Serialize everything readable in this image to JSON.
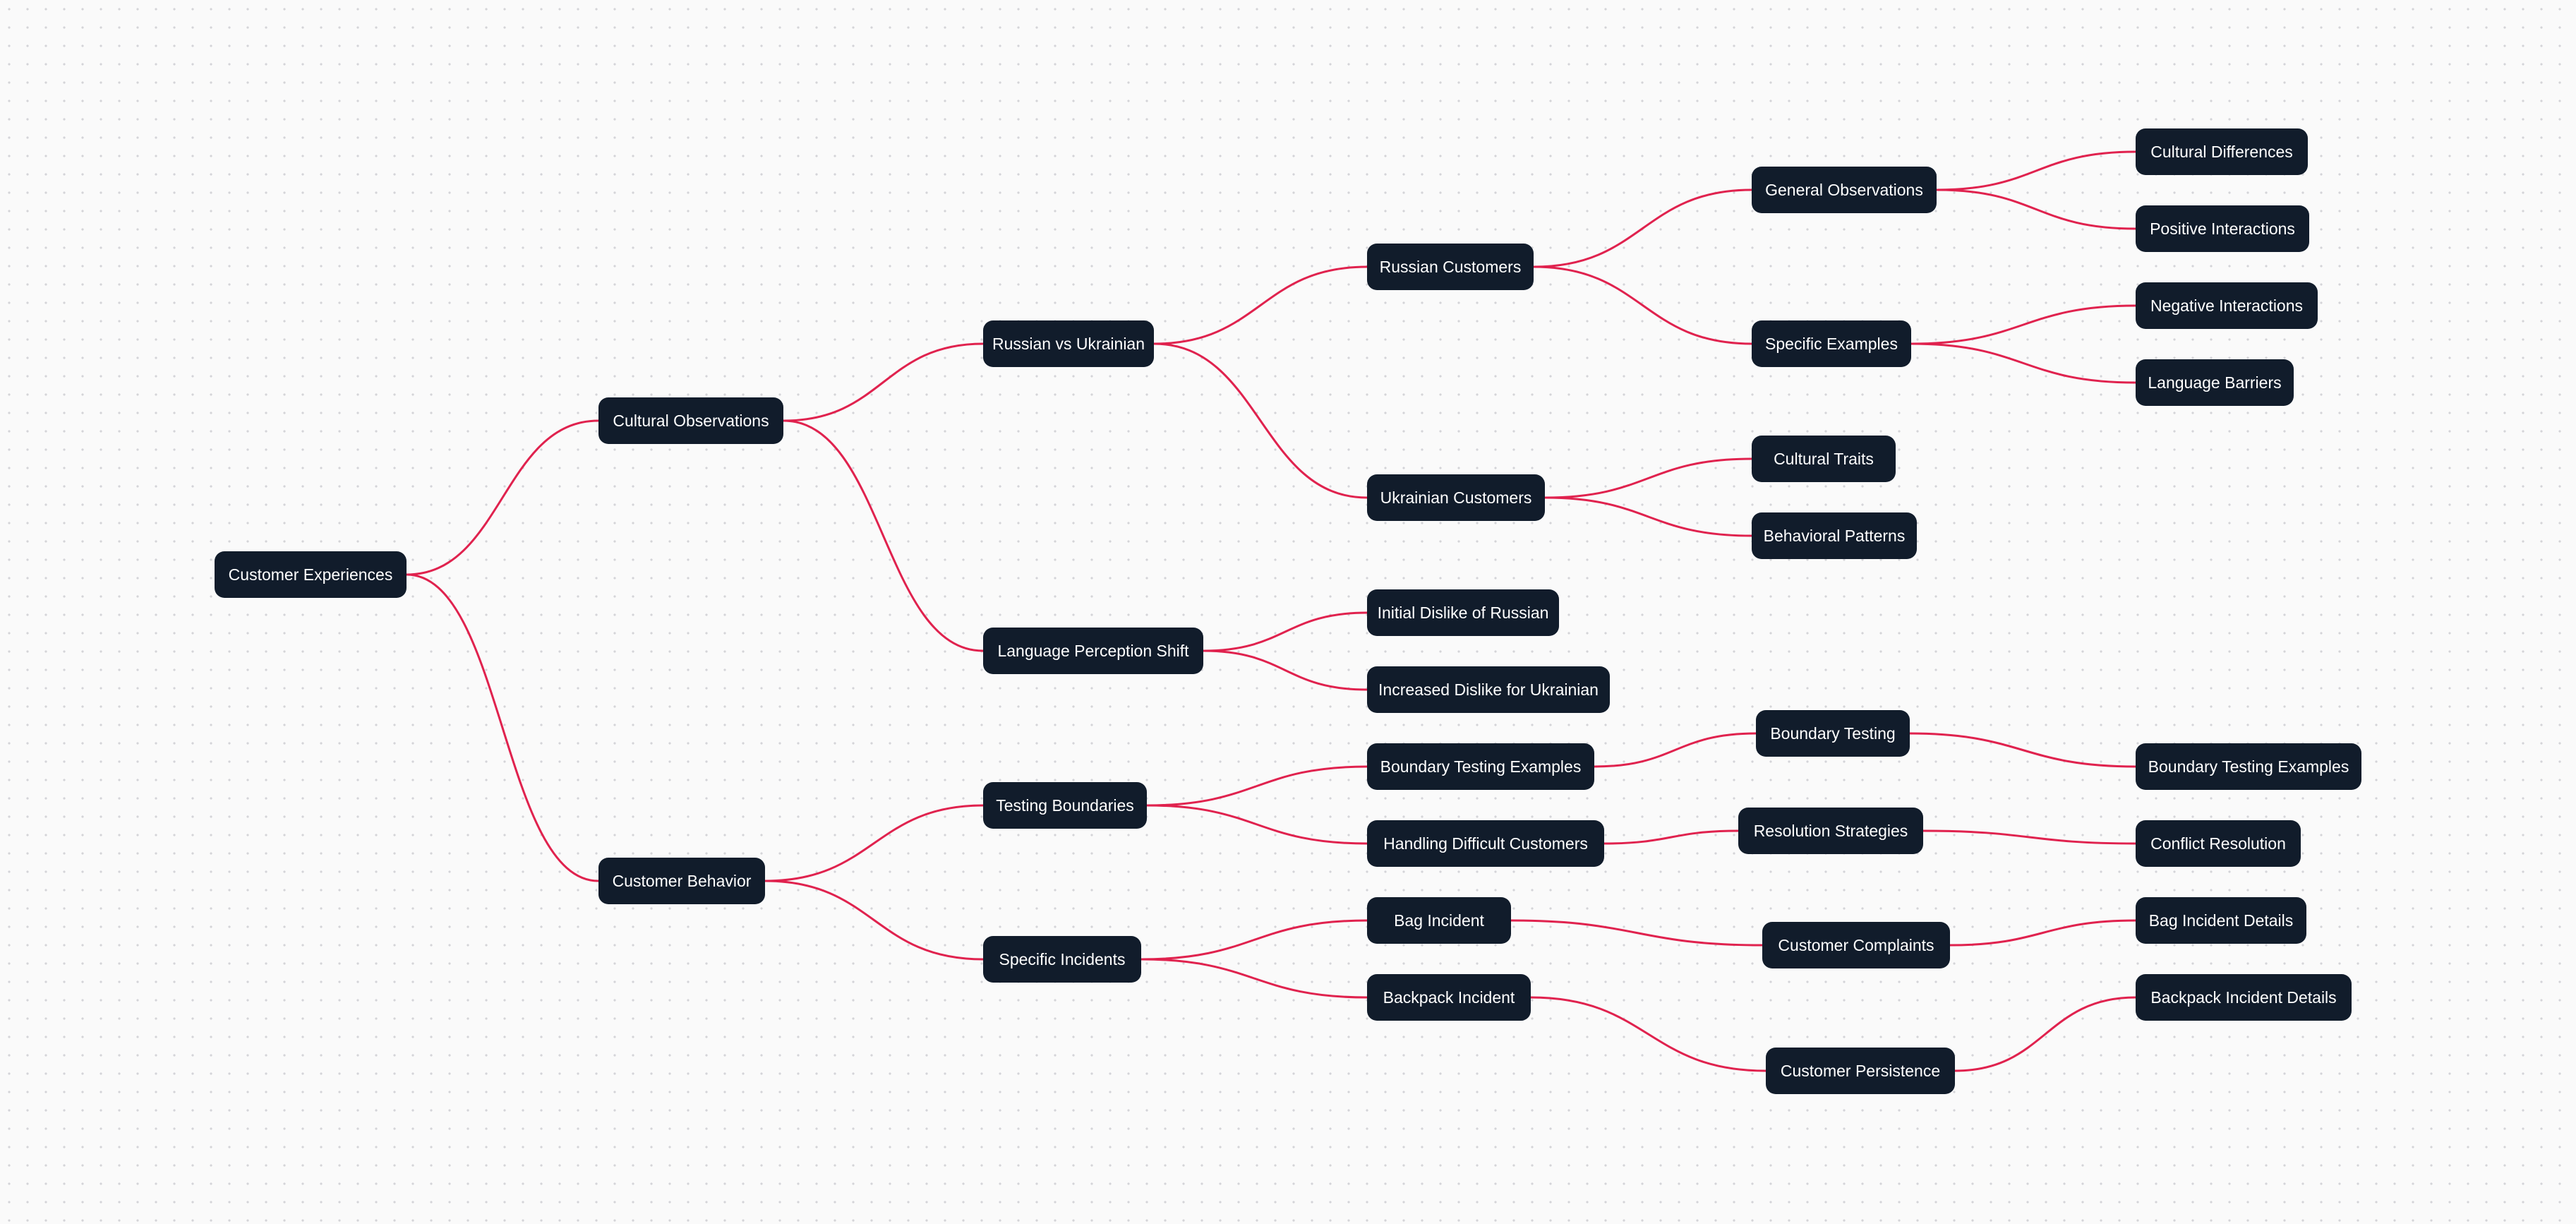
{
  "diagram": {
    "edge_color": "#e0224e",
    "node_color": "#111c2b",
    "text_color": "#ffffff",
    "nodes": [
      {
        "id": "n0",
        "label": "Customer Experiences"
      },
      {
        "id": "n1",
        "label": "Cultural Observations"
      },
      {
        "id": "n2",
        "label": "Customer Behavior"
      },
      {
        "id": "n3",
        "label": "Russian vs Ukrainian"
      },
      {
        "id": "n4",
        "label": "Language Perception Shift"
      },
      {
        "id": "n5",
        "label": "Testing Boundaries"
      },
      {
        "id": "n6",
        "label": "Specific Incidents"
      },
      {
        "id": "n7",
        "label": "Russian Customers"
      },
      {
        "id": "n8",
        "label": "Ukrainian Customers"
      },
      {
        "id": "n9",
        "label": "Initial Dislike of Russian"
      },
      {
        "id": "n10",
        "label": "Increased Dislike for Ukrainian"
      },
      {
        "id": "n11",
        "label": "Boundary Testing Examples"
      },
      {
        "id": "n12",
        "label": "Handling Difficult Customers"
      },
      {
        "id": "n13",
        "label": "Bag Incident"
      },
      {
        "id": "n14",
        "label": "Backpack Incident"
      },
      {
        "id": "n15",
        "label": "General Observations"
      },
      {
        "id": "n16",
        "label": "Specific Examples"
      },
      {
        "id": "n17",
        "label": "Cultural Traits"
      },
      {
        "id": "n18",
        "label": "Behavioral Patterns"
      },
      {
        "id": "n19",
        "label": "Boundary Testing"
      },
      {
        "id": "n20",
        "label": "Resolution Strategies"
      },
      {
        "id": "n21",
        "label": "Customer Complaints"
      },
      {
        "id": "n22",
        "label": "Customer Persistence"
      },
      {
        "id": "n23",
        "label": "Cultural Differences"
      },
      {
        "id": "n24",
        "label": "Positive Interactions"
      },
      {
        "id": "n25",
        "label": "Negative Interactions"
      },
      {
        "id": "n26",
        "label": "Language Barriers"
      },
      {
        "id": "n27",
        "label": "Boundary Testing Examples"
      },
      {
        "id": "n28",
        "label": "Conflict Resolution"
      },
      {
        "id": "n29",
        "label": "Bag Incident Details"
      },
      {
        "id": "n30",
        "label": "Backpack Incident Details"
      }
    ],
    "edges": [
      [
        "n0",
        "n1"
      ],
      [
        "n0",
        "n2"
      ],
      [
        "n1",
        "n3"
      ],
      [
        "n1",
        "n4"
      ],
      [
        "n2",
        "n5"
      ],
      [
        "n2",
        "n6"
      ],
      [
        "n3",
        "n7"
      ],
      [
        "n3",
        "n8"
      ],
      [
        "n4",
        "n9"
      ],
      [
        "n4",
        "n10"
      ],
      [
        "n5",
        "n11"
      ],
      [
        "n5",
        "n12"
      ],
      [
        "n6",
        "n13"
      ],
      [
        "n6",
        "n14"
      ],
      [
        "n7",
        "n15"
      ],
      [
        "n7",
        "n16"
      ],
      [
        "n8",
        "n17"
      ],
      [
        "n8",
        "n18"
      ],
      [
        "n11",
        "n19"
      ],
      [
        "n12",
        "n20"
      ],
      [
        "n13",
        "n21"
      ],
      [
        "n14",
        "n22"
      ],
      [
        "n15",
        "n23"
      ],
      [
        "n15",
        "n24"
      ],
      [
        "n16",
        "n25"
      ],
      [
        "n16",
        "n26"
      ],
      [
        "n19",
        "n27"
      ],
      [
        "n20",
        "n28"
      ],
      [
        "n21",
        "n29"
      ],
      [
        "n22",
        "n30"
      ]
    ]
  }
}
